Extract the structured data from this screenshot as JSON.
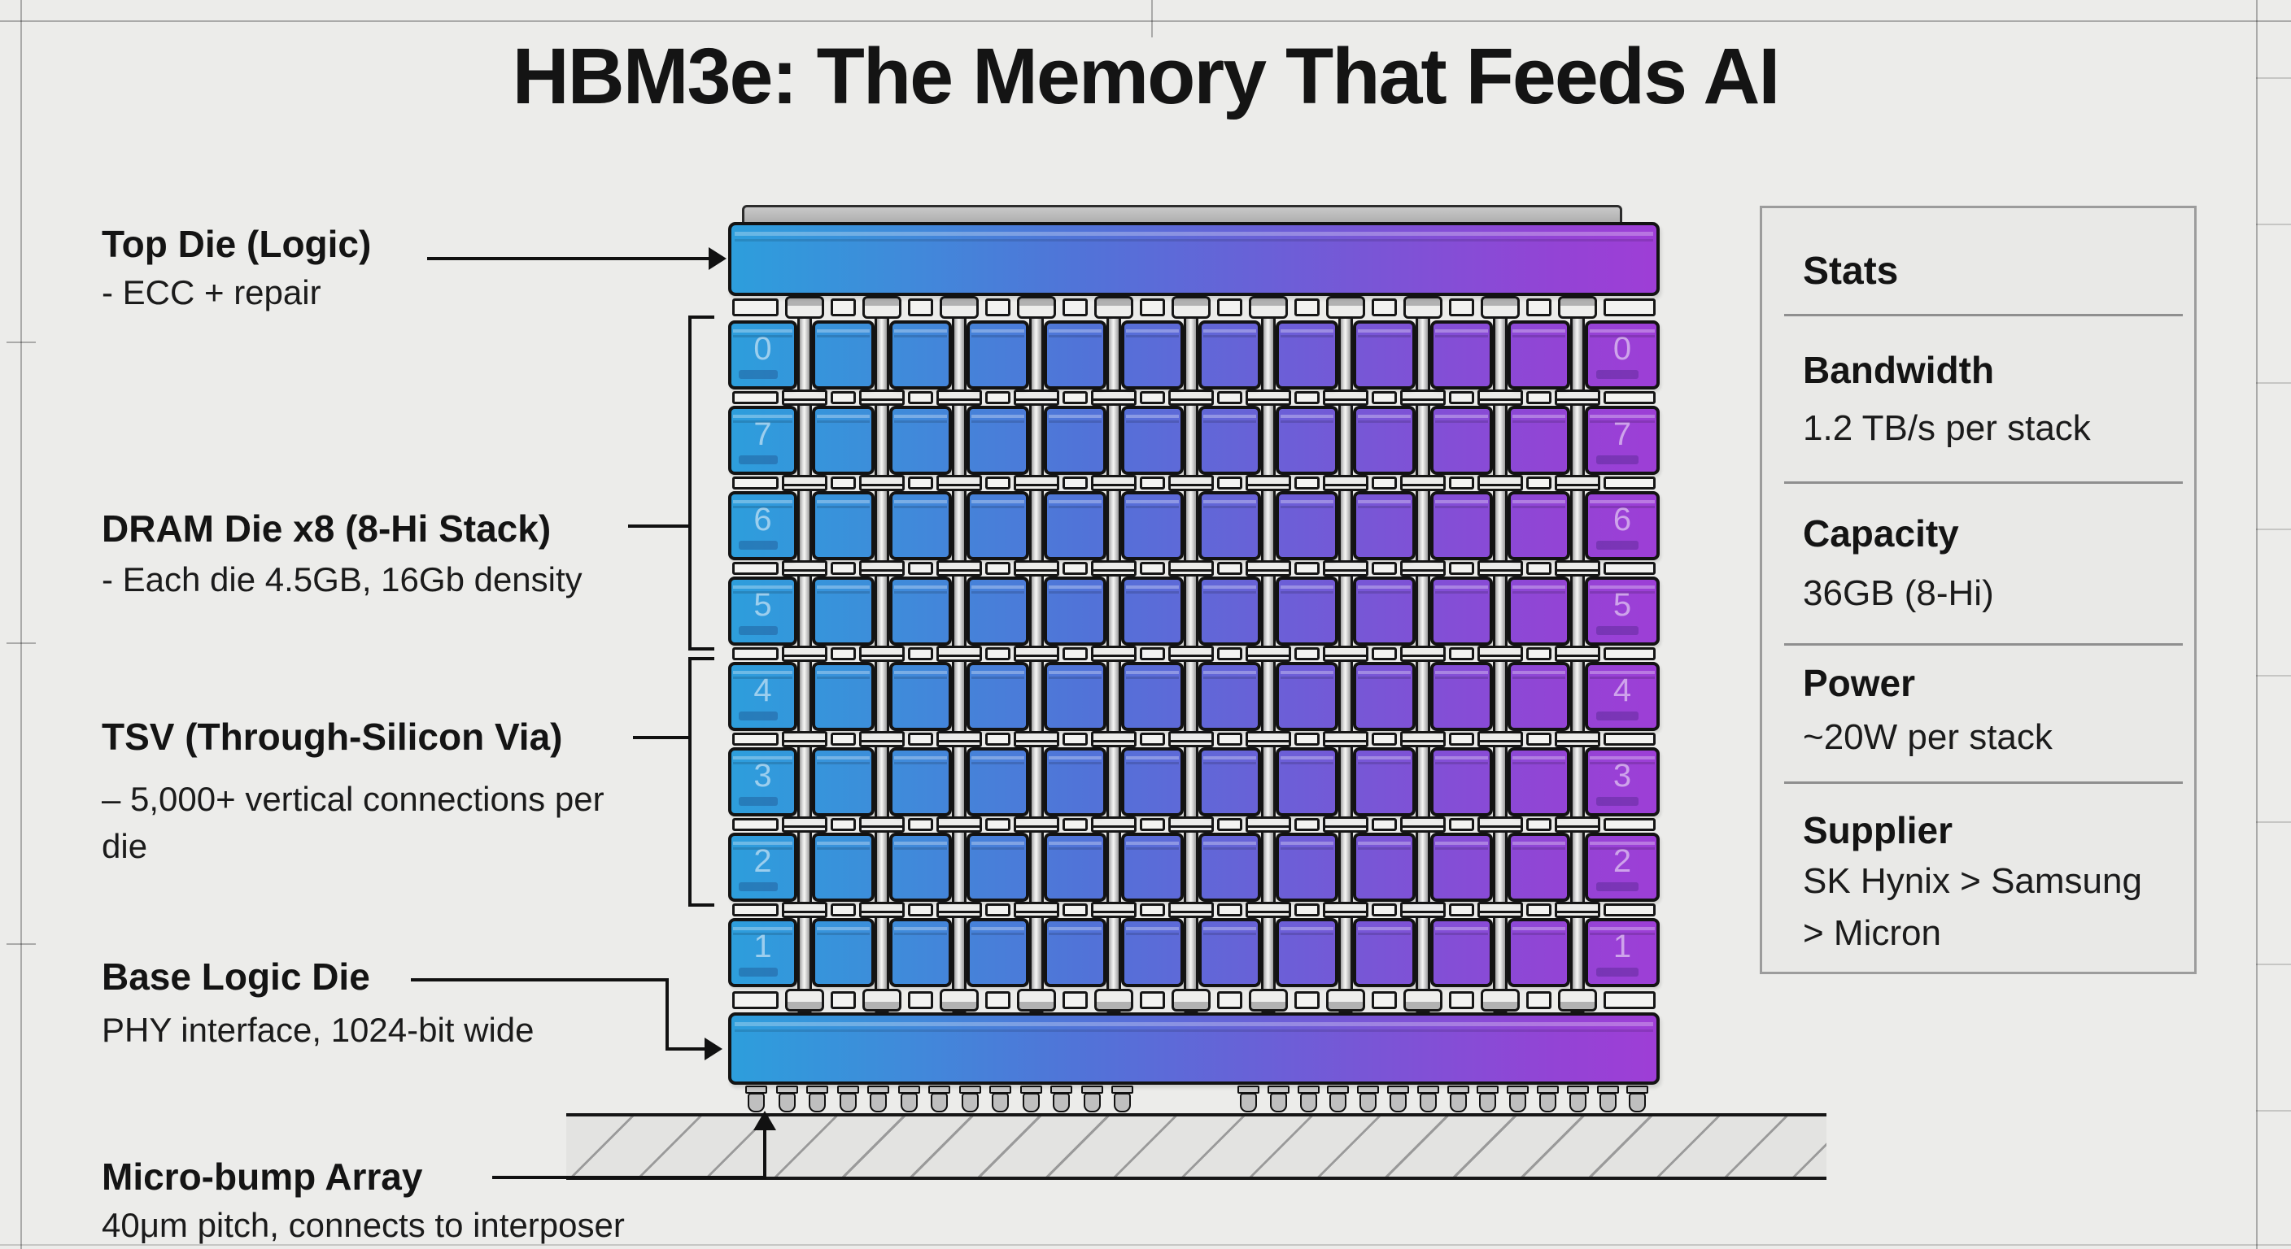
{
  "title": "HBM3e: The Memory That Feeds AI",
  "labels": {
    "top_die": {
      "heading": "Top Die (Logic)",
      "sub": "- ECC + repair"
    },
    "dram": {
      "heading": "DRAM Die x8 (8-Hi Stack)",
      "sub": "- Each die 4.5GB, 16Gb density"
    },
    "tsv": {
      "heading": "TSV (Through-Silicon Via)",
      "sub": "– 5,000+ vertical connections per die"
    },
    "base": {
      "heading": "Base Logic Die",
      "sub": "PHY interface, 1024-bit wide"
    },
    "microbump": {
      "heading": "Micro-bump Array",
      "sub": "40μm pitch, connects to interposer"
    }
  },
  "stack": {
    "die_numbers": [
      "0",
      "7",
      "6",
      "5",
      "4",
      "3",
      "2",
      "1"
    ],
    "num_dram_dies": 8,
    "num_tsv_columns": 11,
    "colors": {
      "die_gradient_left": "#2d9edc",
      "die_gradient_right": "#9e3ed6",
      "pillar_gray": "#d6d6d6",
      "outline": "#161616"
    }
  },
  "stats_panel": {
    "title": "Stats",
    "items": [
      {
        "label": "Bandwidth",
        "value": "1.2 TB/s per stack"
      },
      {
        "label": "Capacity",
        "value": "36GB (8-Hi)"
      },
      {
        "label": "Power",
        "value": "~20W per stack"
      },
      {
        "label": "Supplier",
        "value": "SK Hynix > Samsung",
        "value2": "> Micron"
      }
    ]
  },
  "page": {
    "background": "#ececea",
    "panel_border": "#9c9c9c"
  }
}
